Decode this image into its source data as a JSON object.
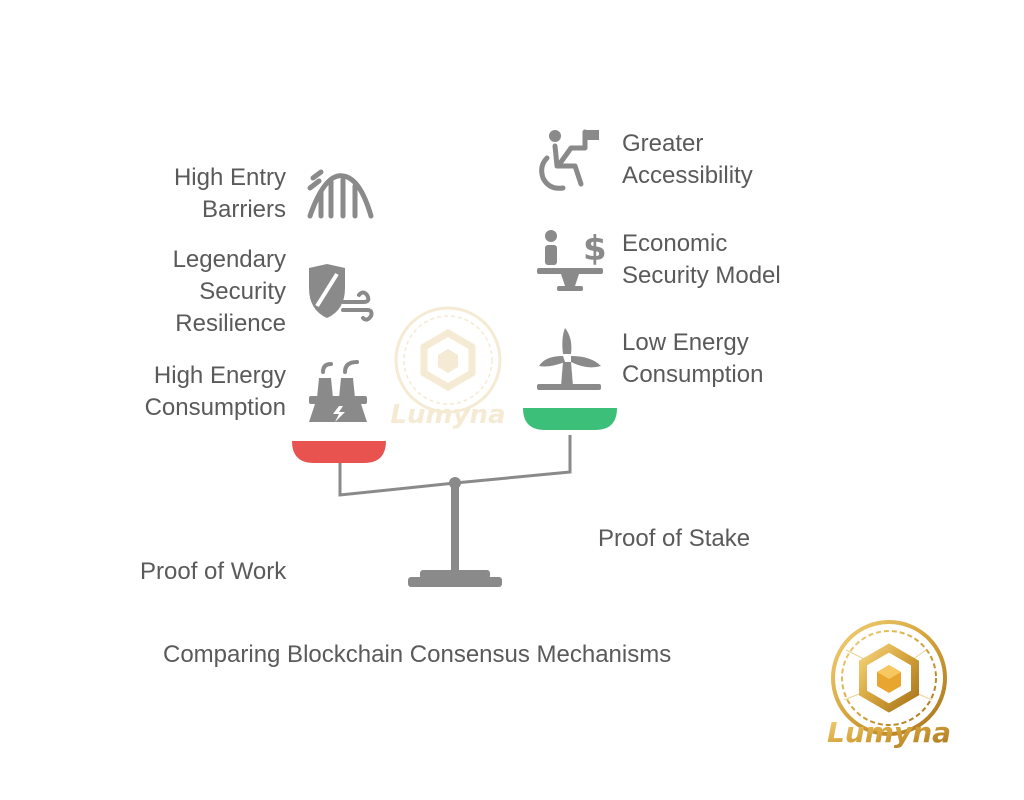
{
  "title": "Comparing Blockchain Consensus Mechanisms",
  "proof_of_work": {
    "label": "Proof of Work",
    "color": "#e8534f",
    "items": [
      {
        "line1": "High Entry",
        "line2": "Barriers",
        "line3": "",
        "icon": "roller-coaster-icon"
      },
      {
        "line1": "Legendary",
        "line2": "Security",
        "line3": "Resilience",
        "icon": "shield-wind-icon"
      },
      {
        "line1": "High Energy",
        "line2": "Consumption",
        "line3": "",
        "icon": "power-plant-icon"
      }
    ]
  },
  "proof_of_stake": {
    "label": "Proof of Stake",
    "color": "#3cbf78",
    "items": [
      {
        "line1": "Greater",
        "line2": "Accessibility",
        "icon": "accessibility-icon"
      },
      {
        "line1": "Economic",
        "line2": "Security Model",
        "icon": "balance-dollar-icon"
      },
      {
        "line1": "Low Energy",
        "line2": "Consumption",
        "icon": "wind-turbine-icon"
      }
    ]
  },
  "logo": {
    "text": "Lumyna",
    "color": "#d4a23a"
  }
}
